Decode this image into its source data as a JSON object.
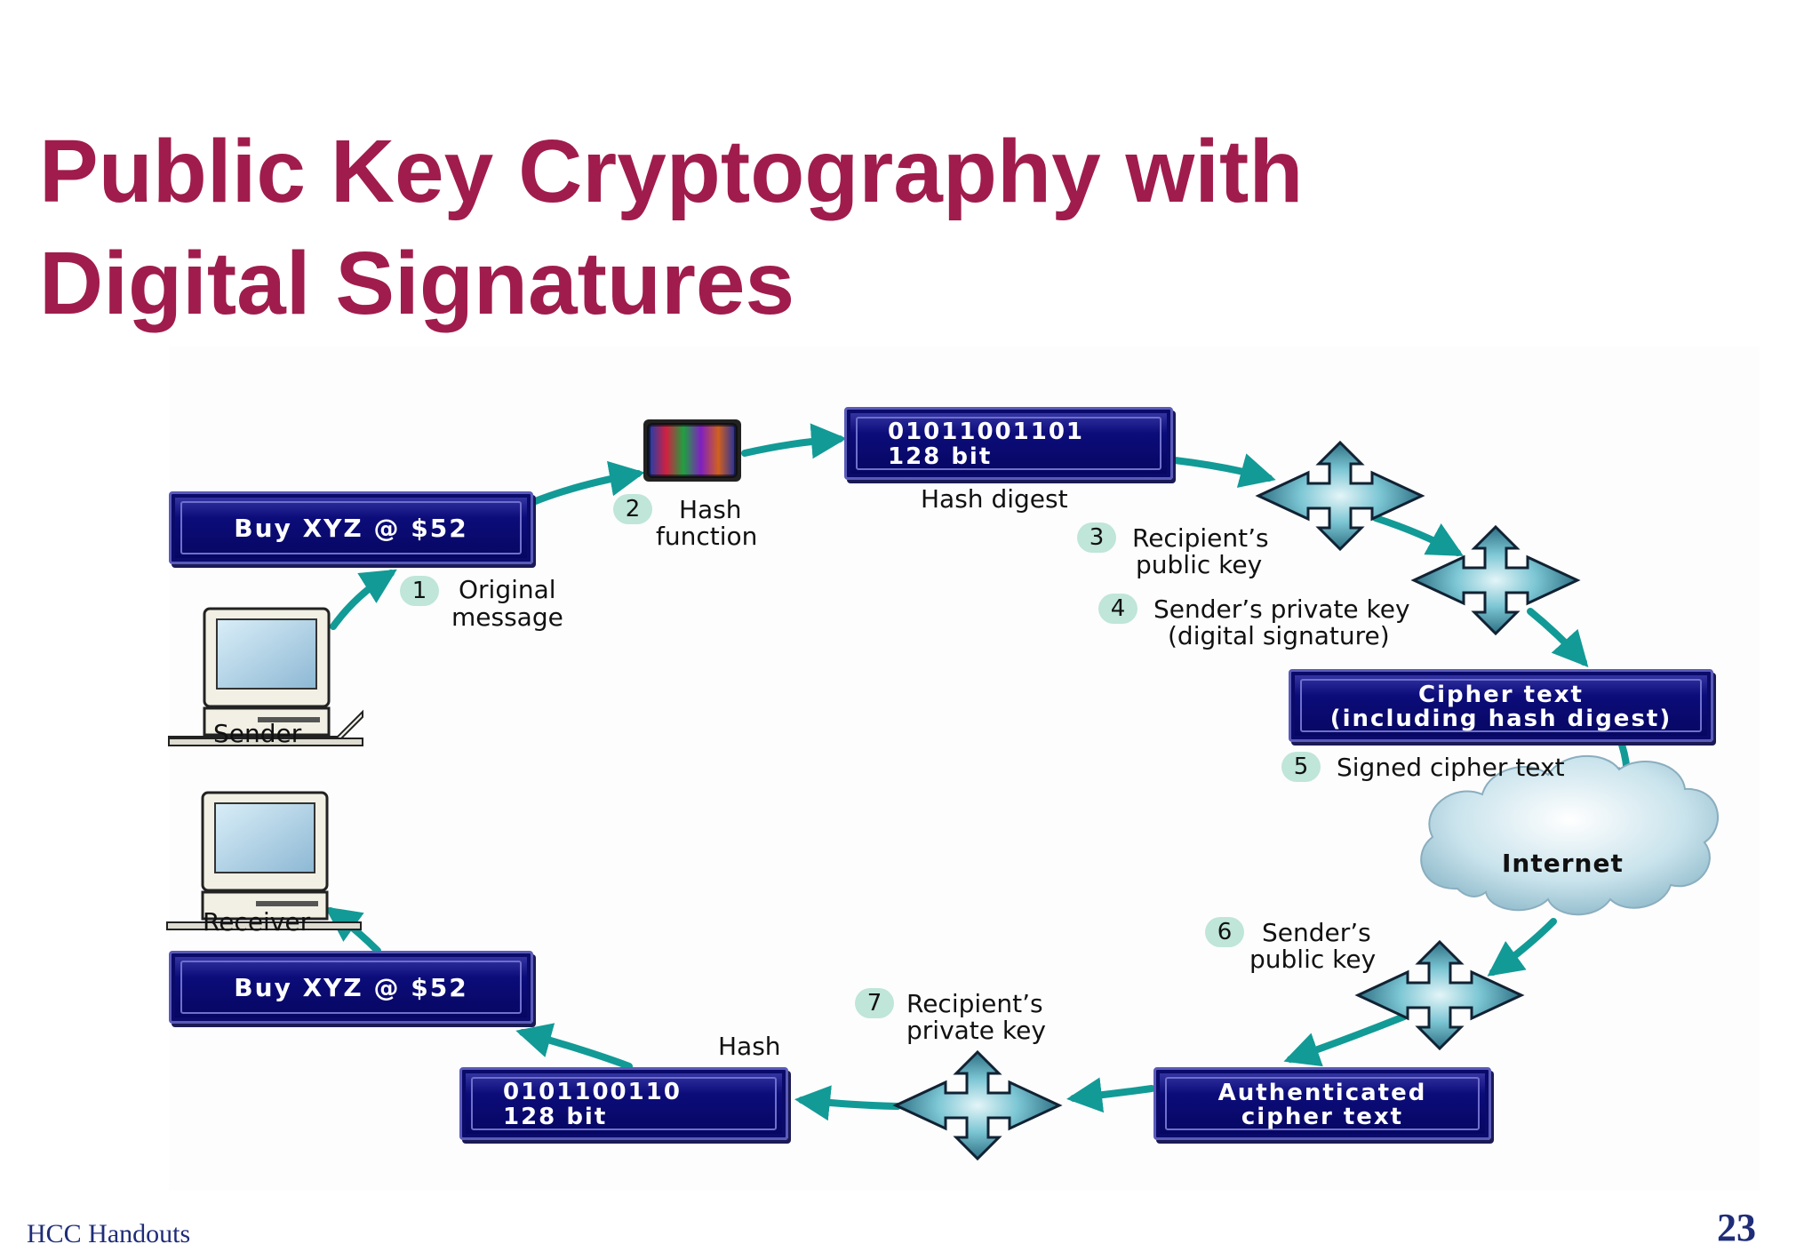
{
  "slide": {
    "title_line1": "Public Key Cryptography with",
    "title_line2": "Digital Signatures",
    "footer": "HCC Handouts",
    "page_number": "23"
  },
  "diagram": {
    "sender_message": "Buy XYZ @ $52",
    "sender_label": "Sender",
    "step1": {
      "num": "1",
      "line1": "Original",
      "line2": "message"
    },
    "step2": {
      "num": "2",
      "line1": "Hash",
      "line2": "function"
    },
    "digest_box": {
      "line1": "01011001101",
      "line2": "128 bit"
    },
    "digest_label": "Hash digest",
    "step3": {
      "num": "3",
      "line1": "Recipient’s",
      "line2": "public key"
    },
    "step4": {
      "num": "4",
      "line1": "Sender’s private key",
      "line2": "(digital signature)"
    },
    "cipher_box": {
      "line1": "Cipher text",
      "line2": "(including hash digest)"
    },
    "step5": {
      "num": "5",
      "line1": "Signed cipher text"
    },
    "internet_label": "Internet",
    "step6": {
      "num": "6",
      "line1": "Sender’s",
      "line2": "public key"
    },
    "auth_box": {
      "line1": "Authenticated",
      "line2": "cipher text"
    },
    "step7": {
      "num": "7",
      "line1": "Recipient’s",
      "line2": "private key"
    },
    "hash_box": {
      "line1": "0101100110",
      "line2": "128 bit"
    },
    "hash_label": "Hash",
    "receiver_message": "Buy XYZ @ $52",
    "receiver_label": "Receiver"
  },
  "colors": {
    "title": "#a01c4c",
    "box_fill": "#0c0c7a",
    "arrow": "#129a96",
    "key_icon": "#1e6f84",
    "step_badge": "#bfe6d8"
  },
  "icons": [
    "computer-icon",
    "hash-function-icon",
    "key-icon",
    "internet-cloud-icon",
    "arrow-icon"
  ]
}
